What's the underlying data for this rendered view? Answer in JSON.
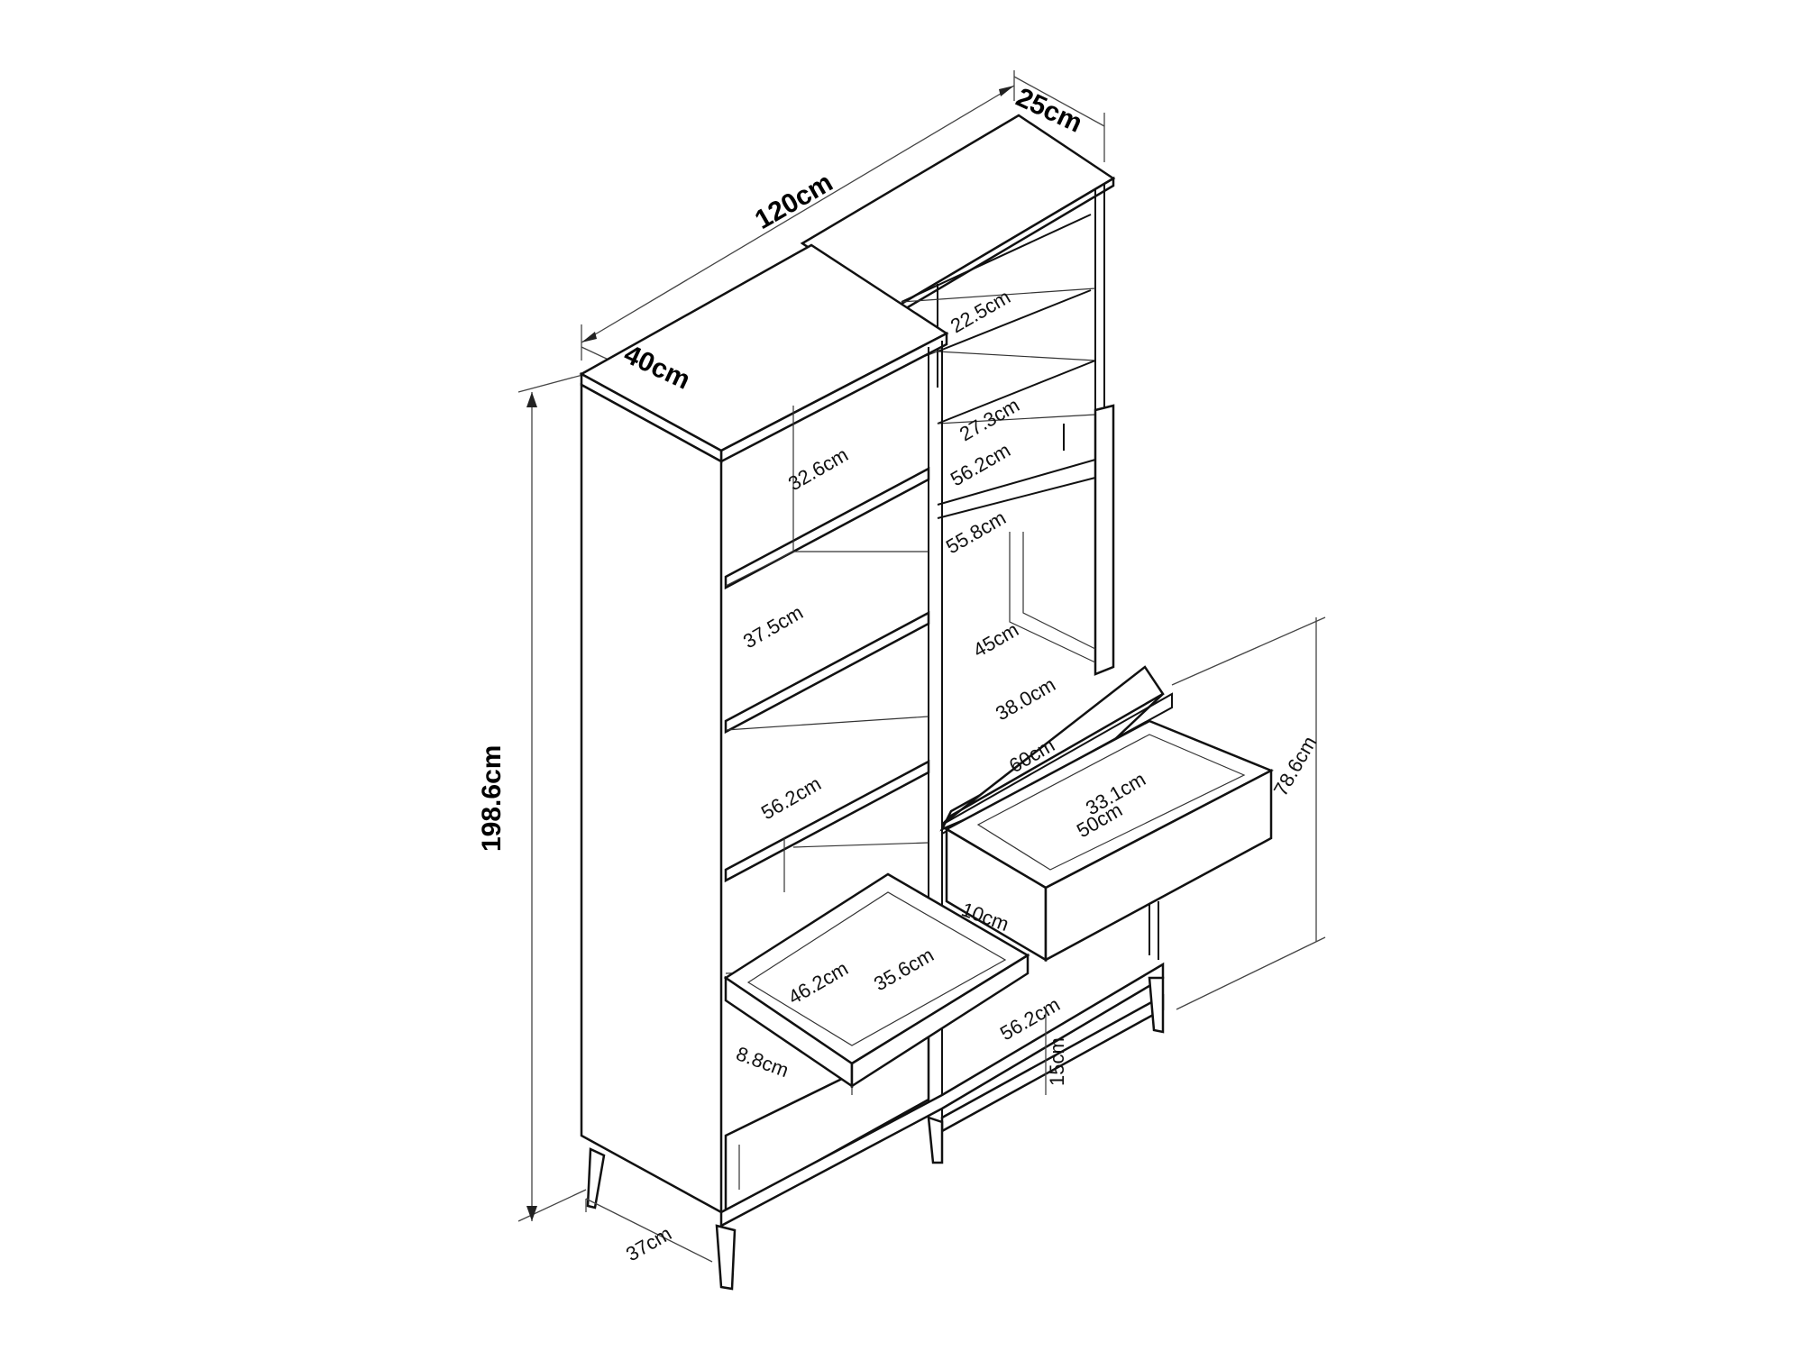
{
  "labels": {
    "total_width": "120cm",
    "unit_depth": "25cm",
    "tower_width": "40cm",
    "total_height": "198.6cm",
    "tower_shelf_top": "32.6cm",
    "tower_shelf_2": "37.5cm",
    "tower_shelf_3": "56.2cm",
    "upper_shelf_1": "22.5cm",
    "upper_shelf_2": "27.3cm",
    "upper_width": "56.2cm",
    "upper_inner_width": "55.8cm",
    "open_height": "45cm",
    "desk_depth": "38.0cm",
    "desk_width": "60cm",
    "drawer_inner_depth": "33.1cm",
    "drawer_inner_width": "50cm",
    "drawer_height": "10cm",
    "desk_height": "78.6cm",
    "tower_drawer_width": "46.2cm",
    "tower_drawer_depth": "35.6cm",
    "tower_drawer_height": "8.8cm",
    "base_width": "56.2cm",
    "leg_height": "15cm",
    "leg_depth": "37cm"
  }
}
